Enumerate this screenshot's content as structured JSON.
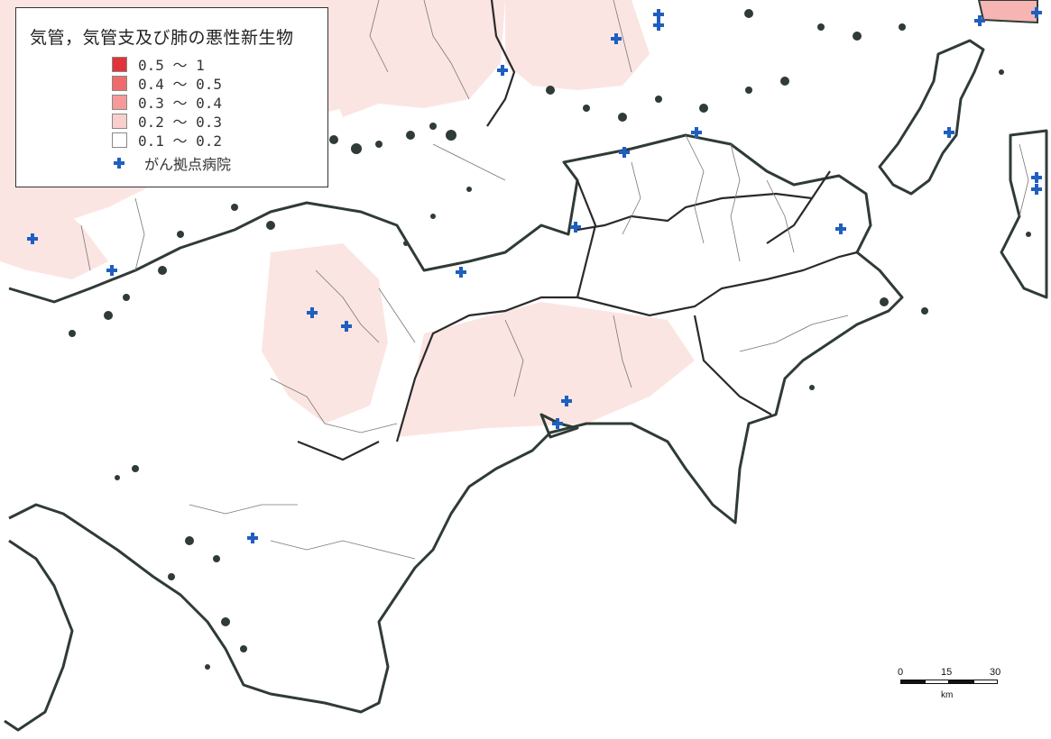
{
  "legend": {
    "title": "気管，気管支及び肺の悪性新生物",
    "classes": [
      {
        "label": "0.5 〜 1",
        "color": "#e0343a"
      },
      {
        "label": "0.4 〜 0.5",
        "color": "#ef6b6b"
      },
      {
        "label": "0.3 〜 0.4",
        "color": "#f59a98"
      },
      {
        "label": "0.2 〜 0.3",
        "color": "#f8cfcc"
      },
      {
        "label": "0.1 〜 0.2",
        "color": "#ffffff"
      }
    ],
    "hospital_label": "がん拠点病院",
    "hospital_icon": "cross-icon",
    "hospital_color": "#1f5fbf"
  },
  "scale": {
    "ticks": [
      "0",
      "15",
      "30"
    ],
    "unit": "km"
  },
  "colors": {
    "coast": "#2f3b36",
    "boundary": "#444444",
    "land": "#ffffff",
    "pink_land": "#fbe5e3"
  }
}
